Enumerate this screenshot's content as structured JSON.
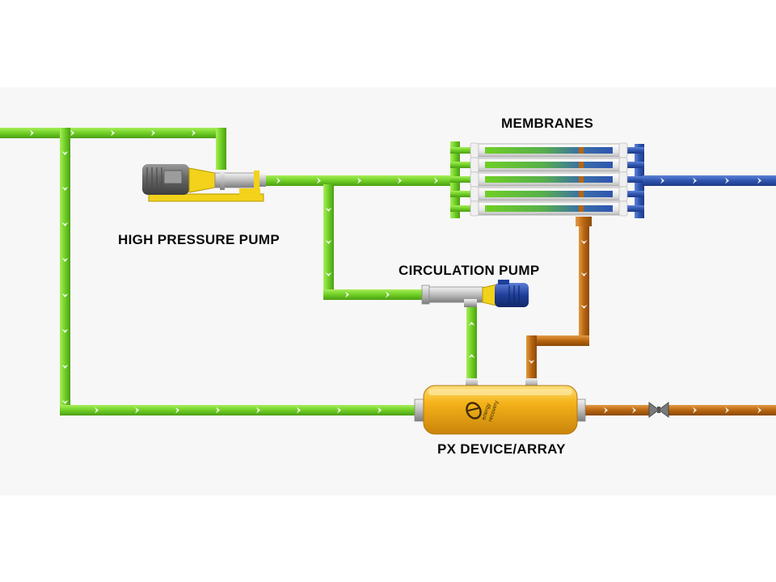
{
  "diagram": {
    "labels": {
      "membranes": "MEMBRANES",
      "high_pressure_pump": "HIGH PRESSURE PUMP",
      "circulation_pump": "CIRCULATION PUMP",
      "px_device": "PX DEVICE/ARRAY"
    },
    "logo_text": "energy recovery",
    "colors": {
      "feed_pipe": "#6fcf25",
      "permeate_pipe": "#2f55b0",
      "brine_pipe": "#b8650f",
      "pump_base": "#f2d21a",
      "px_body": "#f5b31a",
      "motor_blue": "#1f3f9a",
      "flow_arrow": "#ffffff"
    },
    "icons": [
      "high-pressure-pump-icon",
      "circulation-pump-icon",
      "px-device-icon",
      "membrane-array-icon",
      "valve-icon"
    ]
  }
}
